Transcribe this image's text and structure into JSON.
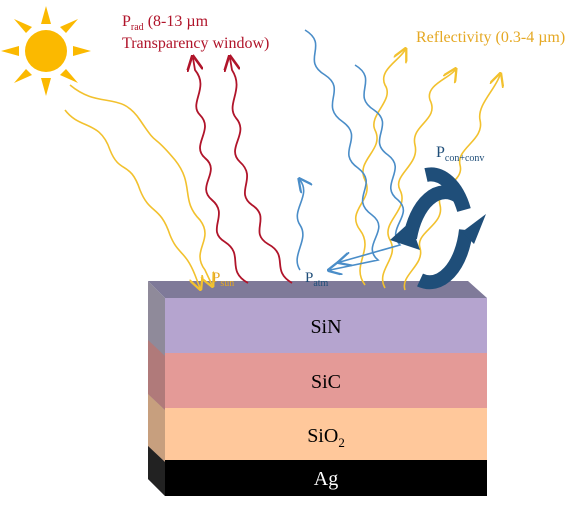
{
  "labels": {
    "p_rad_main": "P",
    "p_rad_sub": "rad",
    "p_rad_rest": " (8-13 µm",
    "transparency": "Transparency window)",
    "reflectivity": "Reflectivity (0.3-4 µm)",
    "p_conv_main": "P",
    "p_conv_sub": "con+conv",
    "p_sun_main": "P",
    "p_sun_sub": "sun",
    "p_atm_main": "P",
    "p_atm_sub": "atm"
  },
  "layers": [
    {
      "name": "SiN",
      "label": "SiN",
      "sub": ""
    },
    {
      "name": "SiC",
      "label": "SiC",
      "sub": ""
    },
    {
      "name": "SiO2",
      "label": "SiO",
      "sub": "2"
    },
    {
      "name": "Ag",
      "label": "Ag",
      "sub": ""
    }
  ],
  "colors": {
    "sun": "#FBB900",
    "solar_ray": "#F2C12E",
    "radiation_ray": "#B0142A",
    "atmosphere_ray": "#4A8DC8",
    "convection_arrow": "#1F4E79",
    "sin_layer": "#B5A4CF",
    "sic_layer": "#E49A97",
    "sio2_layer": "#FFC89B",
    "ag_layer": "#000000",
    "top_surface": "#7F7A99",
    "label_dark_red": "#B0142A",
    "label_gold": "#E5A823",
    "label_navy": "#1F4E79"
  }
}
